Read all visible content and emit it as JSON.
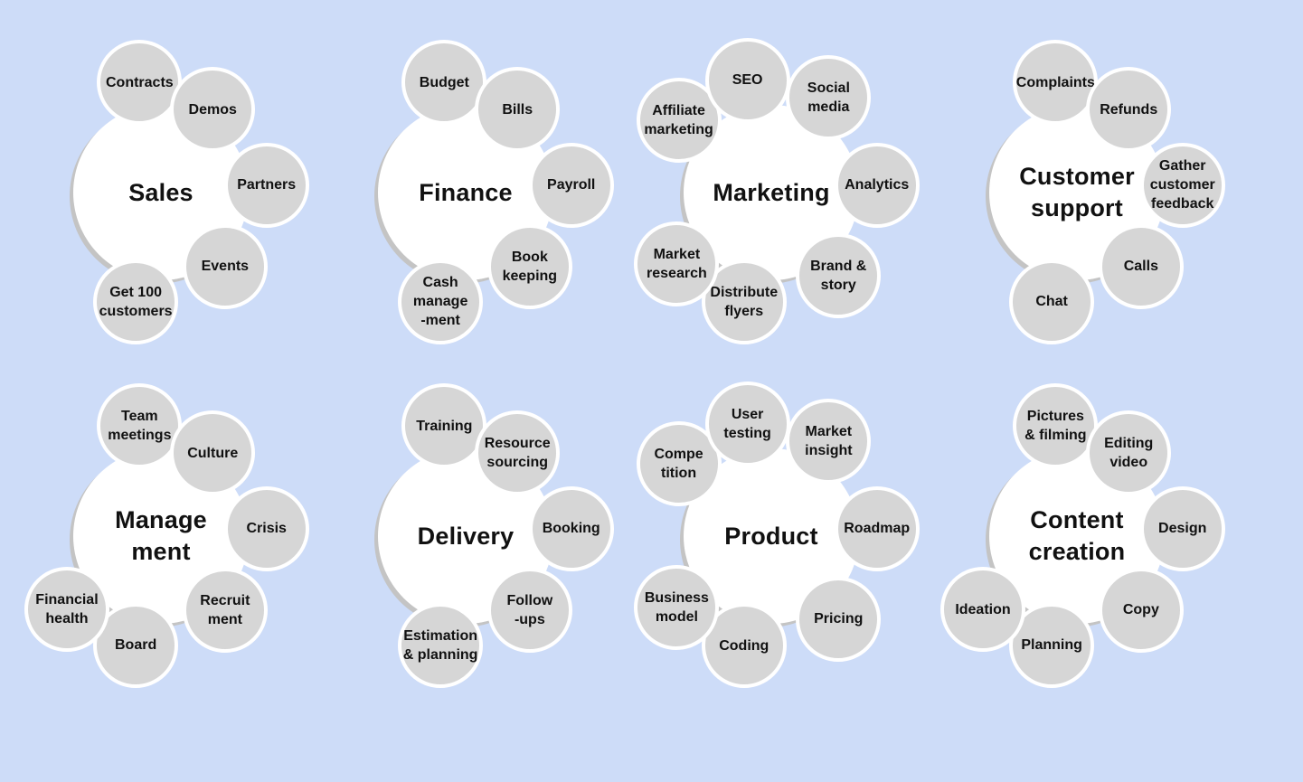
{
  "clusters": [
    {
      "title": "Sales",
      "items": [
        "Contracts",
        "Demos",
        "Partners",
        "Events",
        "Get 100\ncustomers"
      ]
    },
    {
      "title": "Finance",
      "items": [
        "Budget",
        "Bills",
        "Payroll",
        "Book\nkeeping",
        "Cash\nmanage\n-ment"
      ]
    },
    {
      "title": "Marketing",
      "items": [
        "Affiliate\nmarketing",
        "SEO",
        "Social\nmedia",
        "Analytics",
        "Brand &\nstory",
        "Distribute\nflyers",
        "Market\nresearch"
      ]
    },
    {
      "title": "Customer\nsupport",
      "items": [
        "Complaints",
        "Refunds",
        "Gather\ncustomer\nfeedback",
        "Calls",
        "Chat"
      ]
    },
    {
      "title": "Manage\nment",
      "items": [
        "Team\nmeetings",
        "Culture",
        "Crisis",
        "Recruit\nment",
        "Board",
        "Financial\nhealth"
      ]
    },
    {
      "title": "Delivery",
      "items": [
        "Training",
        "Resource\nsourcing",
        "Booking",
        "Follow\n-ups",
        "Estimation\n& planning"
      ]
    },
    {
      "title": "Product",
      "items": [
        "Compe\ntition",
        "User\ntesting",
        "Market\ninsight",
        "Roadmap",
        "Pricing",
        "Coding",
        "Business\nmodel"
      ]
    },
    {
      "title": "Content\ncreation",
      "items": [
        "Pictures\n& filming",
        "Editing\nvideo",
        "Design",
        "Copy",
        "Planning",
        "Ideation"
      ]
    }
  ]
}
